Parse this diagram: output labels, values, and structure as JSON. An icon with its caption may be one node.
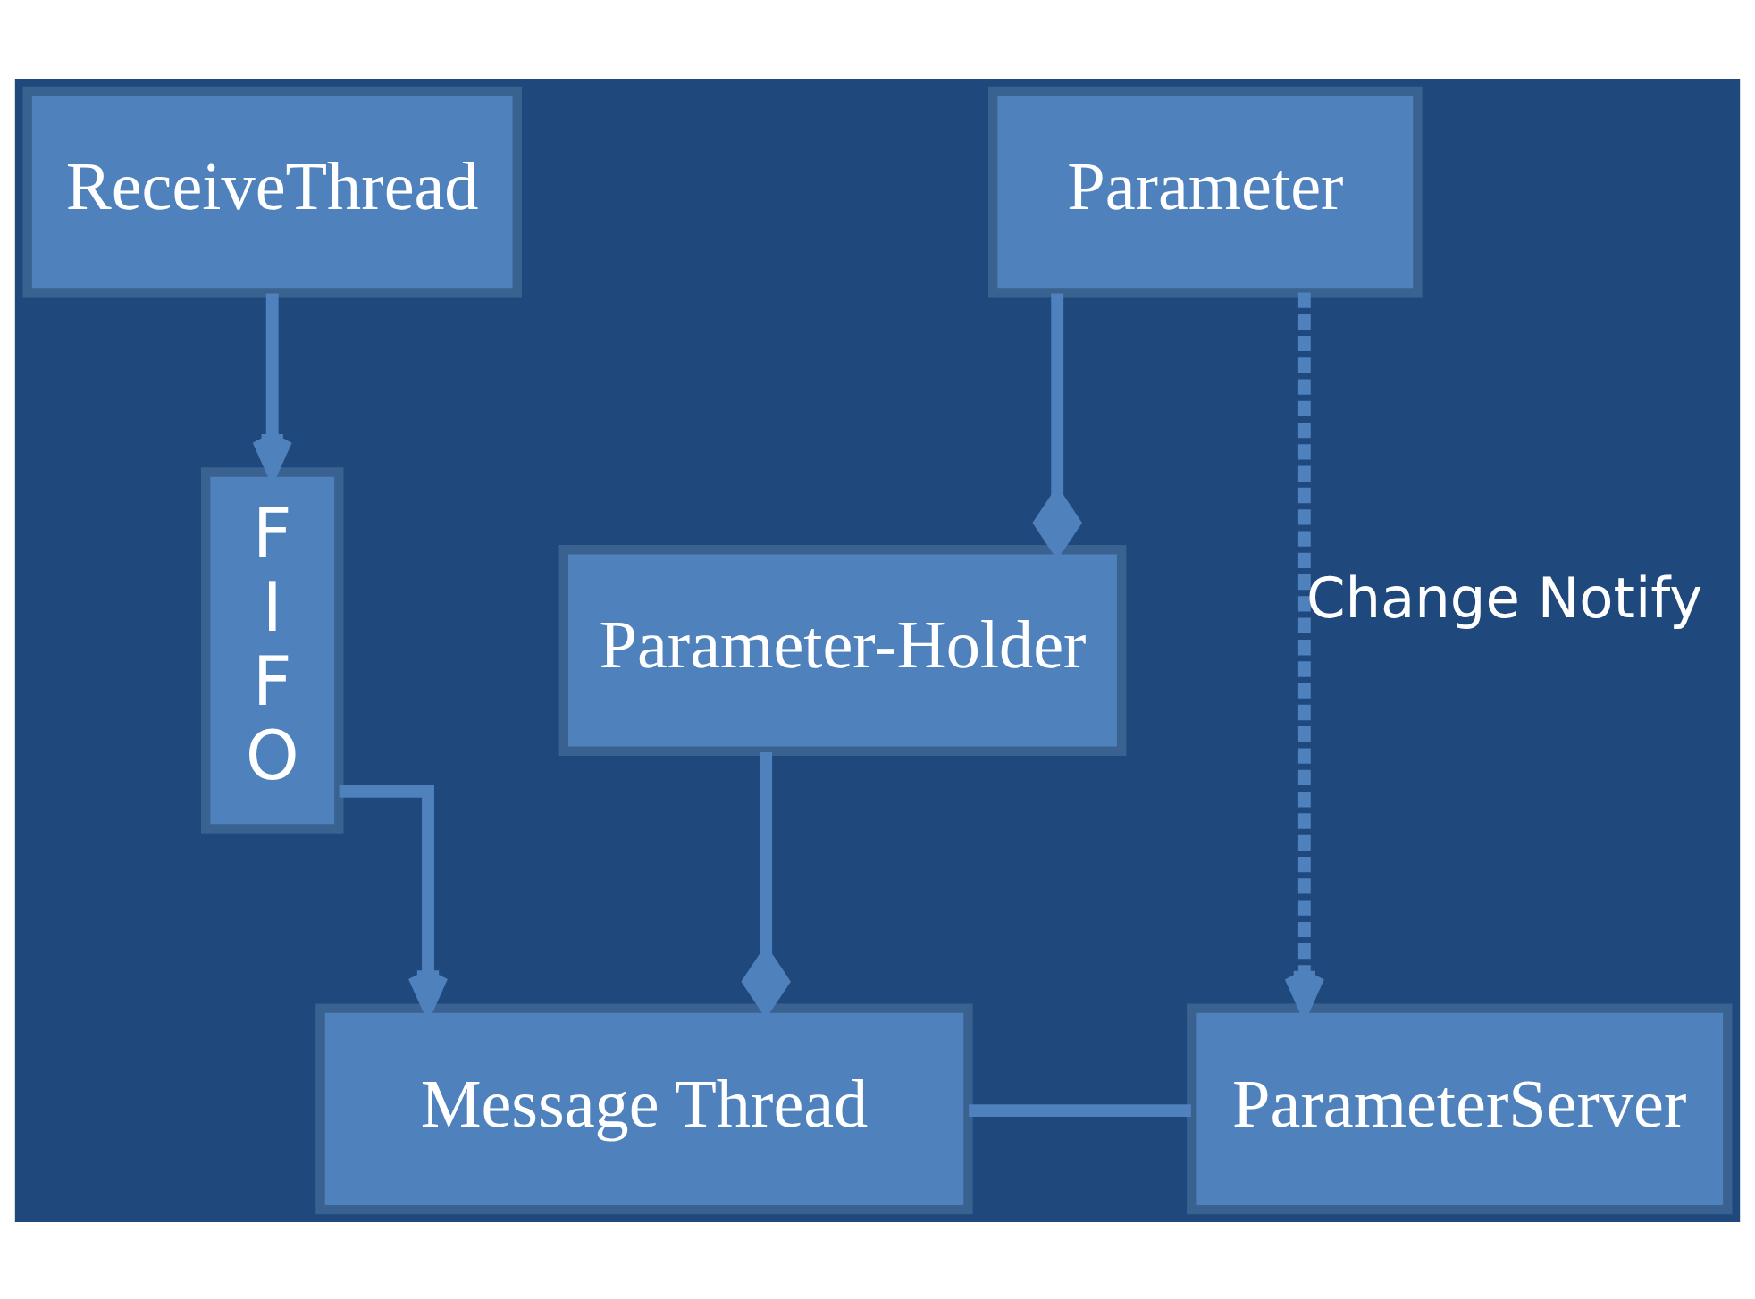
{
  "diagram": {
    "nodes": [
      {
        "text": [
          "ReceiveThread"
        ]
      },
      {
        "text": [
          "Parameter"
        ]
      },
      {
        "text": [
          "F I F O"
        ]
      },
      {
        "text": [
          "Parameter-Holder"
        ]
      },
      {
        "text": [
          "Message Thread"
        ]
      },
      {
        "text": [
          "ParameterServer"
        ]
      }
    ],
    "edges": [
      {
        "from": 0,
        "to": 2,
        "arrow": "to"
      },
      {
        "from": 2,
        "to": 4,
        "arrow": "to"
      },
      {
        "from": 1,
        "to": 3,
        "arrow": "other"
      },
      {
        "from": 3,
        "to": 4,
        "arrow": "other"
      },
      {
        "from": 1,
        "to": 5,
        "arrow": "to",
        "style": "dashed",
        "label": "Change Notify"
      },
      {
        "from": 4,
        "to": 5,
        "arrow": "none"
      }
    ]
  }
}
